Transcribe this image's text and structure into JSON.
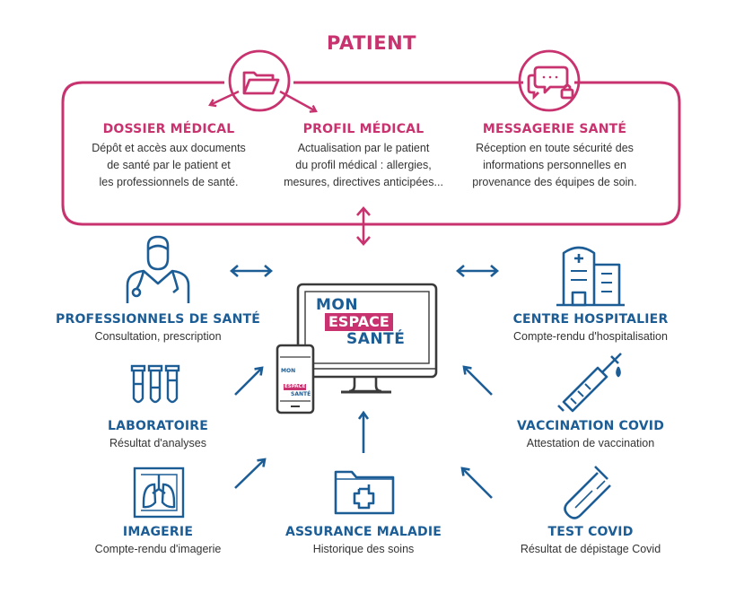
{
  "title": "PATIENT",
  "colors": {
    "magenta": "#c8336f",
    "blue": "#1c5d96",
    "text": "#333333"
  },
  "patient_sections": [
    {
      "title": "DOSSIER MÉDICAL",
      "lines": [
        "Dépôt et accès aux documents",
        "de santé par le patient et",
        "les professionnels de santé."
      ]
    },
    {
      "title": "PROFIL MÉDICAL",
      "lines": [
        "Actualisation par le patient",
        "du profil médical : allergies,",
        "mesures, directives anticipées..."
      ]
    },
    {
      "title": "MESSAGERIE SANTÉ",
      "lines": [
        "Réception en toute sécurité des",
        "informations personnelles en",
        "provenance des équipes de soin."
      ]
    }
  ],
  "central": {
    "logo": {
      "line1": "MON",
      "line2": "ESPACE",
      "line3": "SANTÉ"
    }
  },
  "actors": {
    "professionnels": {
      "title": "PROFESSIONNELS DE SANTÉ",
      "desc": "Consultation, prescription",
      "icon": "doctor-icon"
    },
    "laboratoire": {
      "title": "LABORATOIRE",
      "desc": "Résultat d'analyses",
      "icon": "test-tubes-icon"
    },
    "imagerie": {
      "title": "IMAGERIE",
      "desc": "Compte-rendu d'imagerie",
      "icon": "lungs-xray-icon"
    },
    "assurance": {
      "title": "ASSURANCE MALADIE",
      "desc": "Historique des soins",
      "icon": "medical-folder-icon"
    },
    "hospitalier": {
      "title": "CENTRE HOSPITALIER",
      "desc": "Compte-rendu d'hospitalisation",
      "icon": "hospital-icon"
    },
    "vaccination": {
      "title": "VACCINATION COVID",
      "desc": "Attestation de vaccination",
      "icon": "syringe-icon"
    },
    "test": {
      "title": "TEST COVID",
      "desc": "Résultat de dépistage Covid",
      "icon": "swab-tube-icon"
    }
  }
}
